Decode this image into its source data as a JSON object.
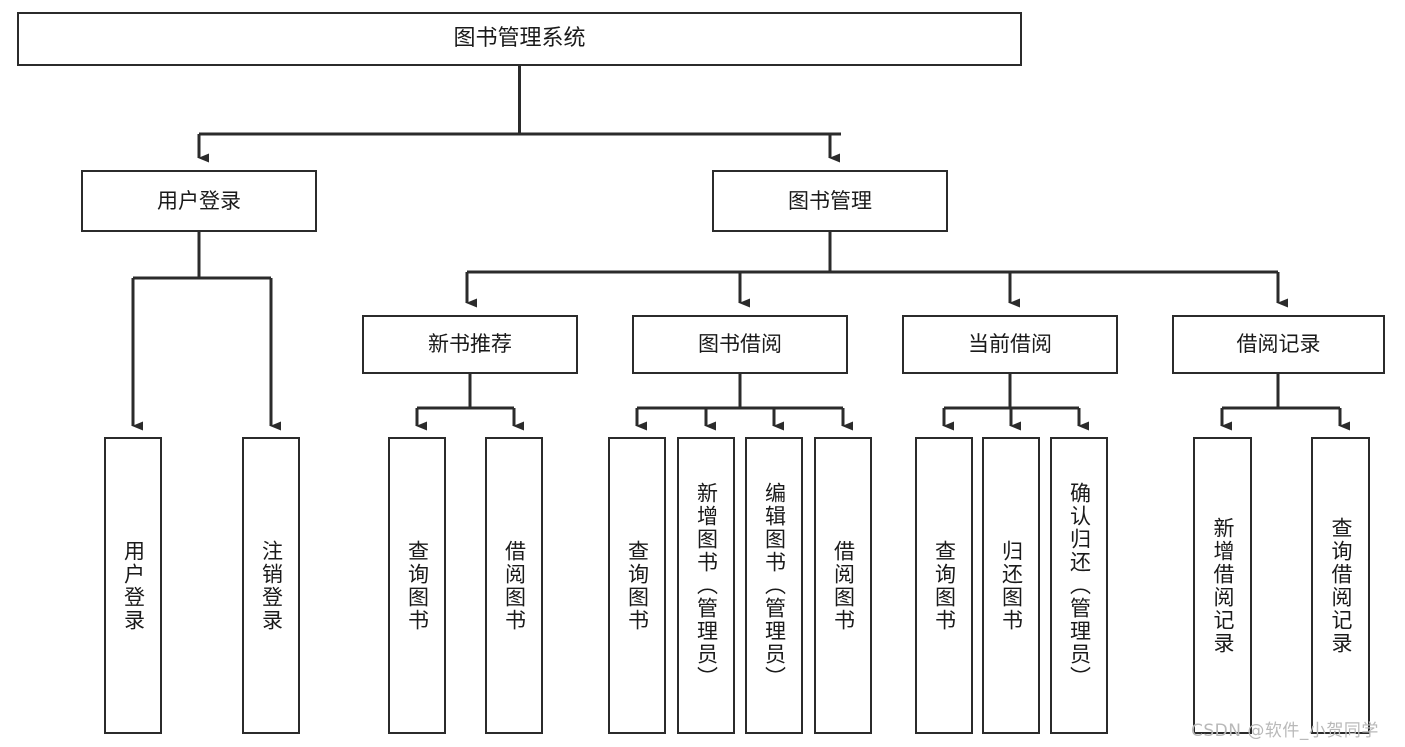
{
  "diagram": {
    "type": "tree",
    "title": "图书管理系统",
    "colors": {
      "box_border": "#2b2b2b",
      "box_fill": "#ffffff",
      "connector": "#2b2b2b",
      "text": "#1a1a1a",
      "watermark": "#b9b9b9",
      "background": "#ffffff"
    },
    "nodes": {
      "root": {
        "label": "图书管理系统"
      },
      "level2": [
        {
          "label": "用户登录"
        },
        {
          "label": "图书管理"
        }
      ],
      "level3": [
        {
          "label": "新书推荐"
        },
        {
          "label": "图书借阅"
        },
        {
          "label": "当前借阅"
        },
        {
          "label": "借阅记录"
        }
      ],
      "leaves": {
        "user_login": [
          {
            "label": "用户登录"
          },
          {
            "label": "注销登录"
          }
        ],
        "new_book_recommend": [
          {
            "label": "查询图书"
          },
          {
            "label": "借阅图书"
          }
        ],
        "book_borrow": [
          {
            "label": "查询图书"
          },
          {
            "label": "新增图书（管理员）"
          },
          {
            "label": "编辑图书（管理员）"
          },
          {
            "label": "借阅图书"
          }
        ],
        "current_borrow": [
          {
            "label": "查询图书"
          },
          {
            "label": "归还图书"
          },
          {
            "label": "确认归还（管理员）"
          }
        ],
        "borrow_record": [
          {
            "label": "新增借阅记录"
          },
          {
            "label": "查询借阅记录"
          }
        ]
      }
    }
  },
  "watermark": {
    "text": "CSDN @软件_小贺同学"
  }
}
